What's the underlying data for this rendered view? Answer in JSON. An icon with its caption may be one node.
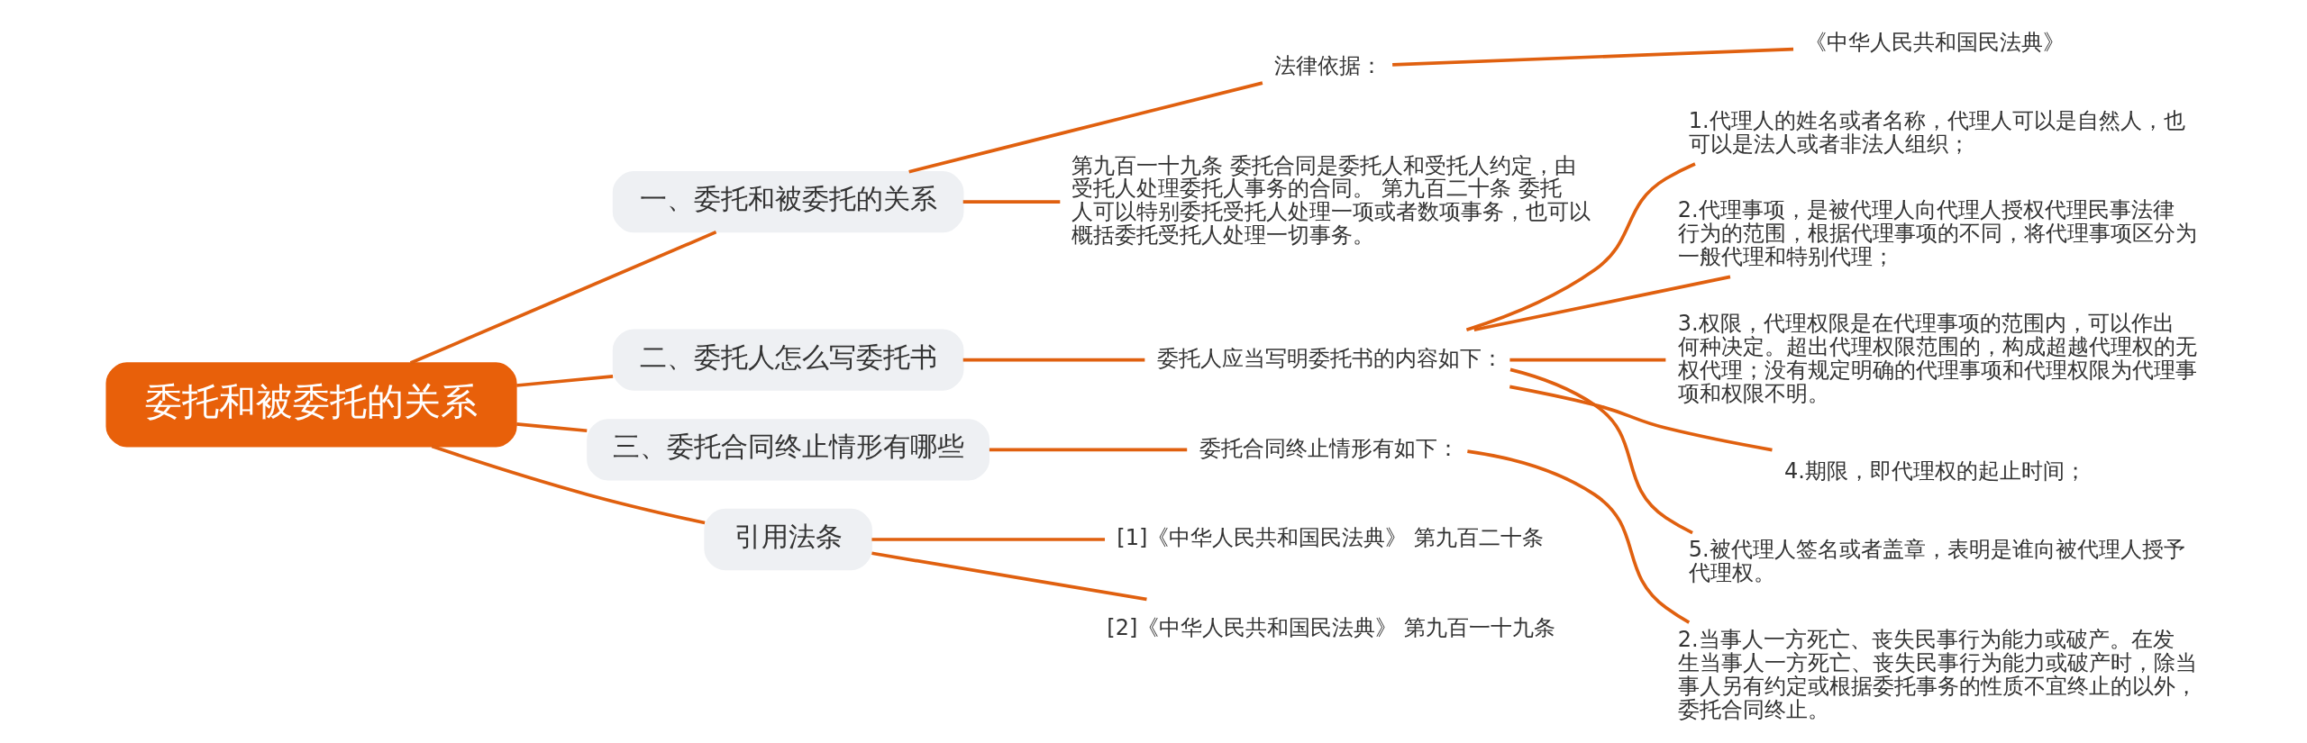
{
  "diagram": {
    "nodes": [
      {
        "text": [
          "委托和被委托的关系"
        ]
      },
      {
        "text": [
          "一、委托和被委托的关系"
        ]
      },
      {
        "text": [
          "法律依据："
        ]
      },
      {
        "text": [
          "《中华人民共和国民法典》"
        ]
      },
      {
        "text": [
          "第九百一十九条 委托合同是委托人和受托人约定，由受托人处理委托人事务的合同。 第九百二十条 委托人可以特别委托受托人处理一项或者数项事务，也可以概括委托受托人处理一切事务。"
        ]
      },
      {
        "text": [
          "二、委托人怎么写委托书"
        ]
      },
      {
        "text": [
          "委托人应当写明委托书的内容如下："
        ]
      },
      {
        "text": [
          "1.代理人的姓名或者名称，代理人可以是自然人，也可以是法人或者非法人组织；"
        ]
      },
      {
        "text": [
          "2.代理事项，是被代理人向代理人授权代理民事法律行为的范围，根据代理事项的不同，将代理事项区分为一般代理和特别代理；"
        ]
      },
      {
        "text": [
          "3.权限，代理权限是在代理事项的范围内，可以作出何种决定。超出代理权限范围的，构成超越代理权的无权代理；没有规定明确的代理事项和代理权限为代理事项和权限不明。"
        ]
      },
      {
        "text": [
          "4.期限，即代理权的起止时间；"
        ]
      },
      {
        "text": [
          "5.被代理人签名或者盖章，表明是谁向被代理人授予代理权。"
        ]
      },
      {
        "text": [
          "三、委托合同终止情形有哪些"
        ]
      },
      {
        "text": [
          "委托合同终止情形有如下："
        ]
      },
      {
        "text": [
          "2.当事人一方死亡、丧失民事行为能力或破产。在发生当事人一方死亡、丧失民事行为能力或破产时，除当事人另有约定或根据委托事务的性质不宜终止的以外，委托合同终止。"
        ]
      },
      {
        "text": [
          "引用法条"
        ]
      },
      {
        "text": [
          "[1]《中华人民共和国民法典》 第九百二十条"
        ]
      },
      {
        "text": [
          "[2]《中华人民共和国民法典》 第九百一十九条"
        ]
      }
    ],
    "edges": [
      {
        "from": 0,
        "to": 1,
        "arrow": "none"
      },
      {
        "from": 1,
        "to": 2,
        "arrow": "none"
      },
      {
        "from": 2,
        "to": 3,
        "arrow": "none"
      },
      {
        "from": 1,
        "to": 4,
        "arrow": "none"
      },
      {
        "from": 0,
        "to": 5,
        "arrow": "none"
      },
      {
        "from": 5,
        "to": 6,
        "arrow": "none"
      },
      {
        "from": 6,
        "to": 7,
        "arrow": "none"
      },
      {
        "from": 6,
        "to": 8,
        "arrow": "none"
      },
      {
        "from": 6,
        "to": 9,
        "arrow": "none"
      },
      {
        "from": 6,
        "to": 10,
        "arrow": "none"
      },
      {
        "from": 6,
        "to": 11,
        "arrow": "none"
      },
      {
        "from": 0,
        "to": 12,
        "arrow": "none"
      },
      {
        "from": 12,
        "to": 13,
        "arrow": "none"
      },
      {
        "from": 13,
        "to": 14,
        "arrow": "none"
      },
      {
        "from": 0,
        "to": 15,
        "arrow": "none"
      },
      {
        "from": 15,
        "to": 16,
        "arrow": "none"
      },
      {
        "from": 15,
        "to": 17,
        "arrow": "none"
      }
    ]
  }
}
